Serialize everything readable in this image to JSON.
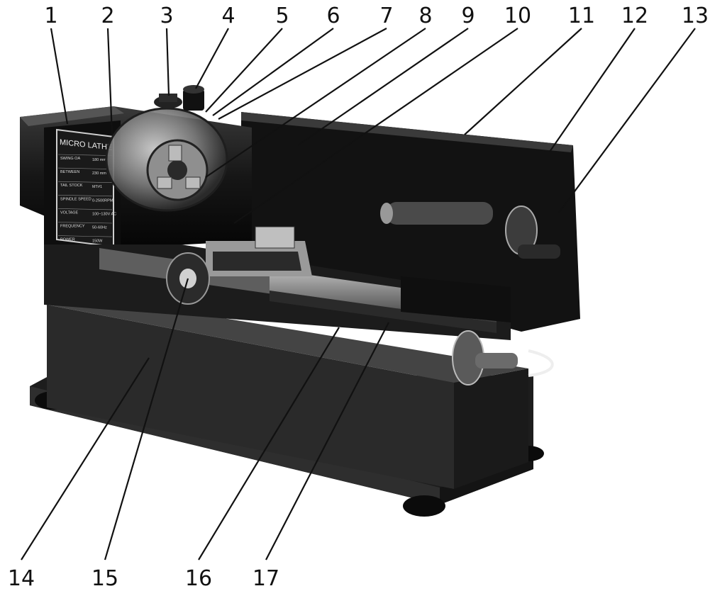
{
  "figure": {
    "callouts": {
      "top": [
        "1",
        "2",
        "3",
        "4",
        "5",
        "6",
        "7",
        "8",
        "9",
        "10",
        "11",
        "12",
        "13"
      ],
      "bottom": [
        "14",
        "15",
        "16",
        "17"
      ]
    },
    "nameplate": {
      "title": "MICRO LATHE",
      "rows": [
        {
          "label": "SWING OA",
          "value": "180 mm"
        },
        {
          "label": "BETWEEN",
          "value": "230 mm"
        },
        {
          "label": "TAIL STOCK",
          "value": "MT#1"
        },
        {
          "label": "SPINDLE SPEED",
          "value": "0-2500RPM"
        },
        {
          "label": "VOLTAGE",
          "value": "100~130V AC"
        },
        {
          "label": "FREQUENCY",
          "value": "50-60Hz"
        },
        {
          "label": "POWER",
          "value": "150W"
        }
      ]
    }
  }
}
